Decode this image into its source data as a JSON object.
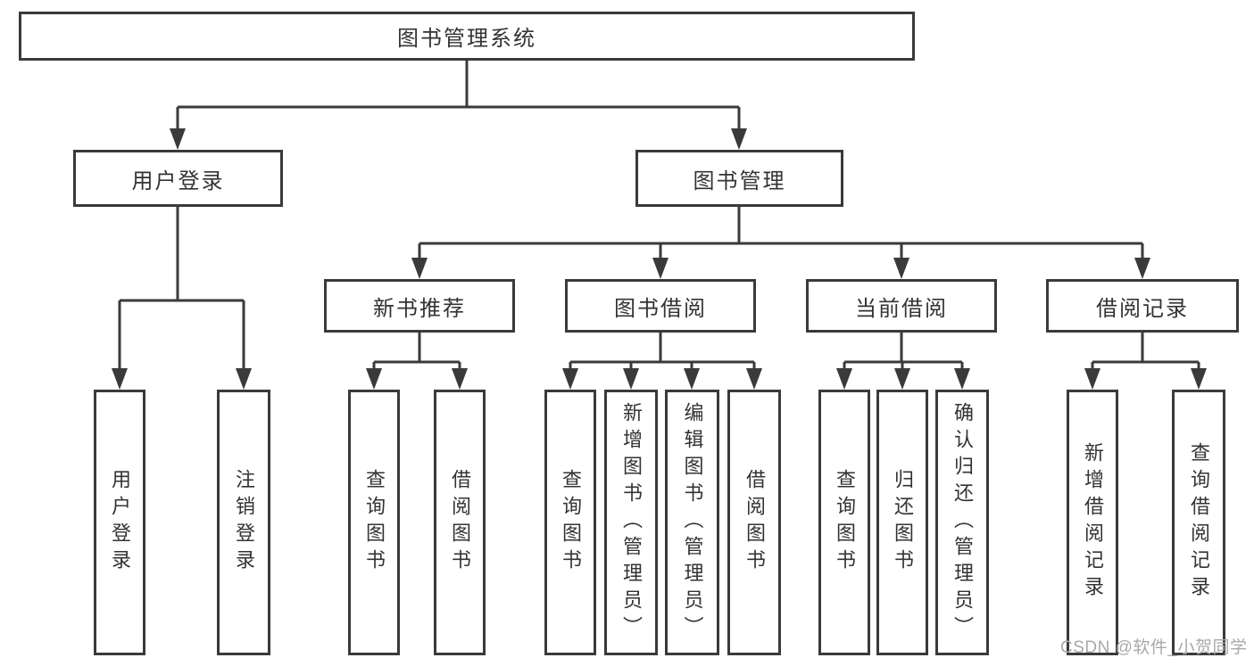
{
  "nodes": {
    "root": "图书管理系统",
    "user_login": "用户登录",
    "book_management": "图书管理",
    "new_book_recommend": "新书推荐",
    "book_borrow": "图书借阅",
    "current_borrow": "当前借阅",
    "borrow_records": "借阅记录",
    "leaf_user_login": "用户登录",
    "leaf_logout_login": "注销登录",
    "leaf_recommend_query_books": "查询图书",
    "leaf_recommend_borrow_books": "借阅图书",
    "leaf_borrow_query_books": "查询图书",
    "leaf_borrow_add_books": "新增图书（管理员）",
    "leaf_borrow_edit_books": "编辑图书（管理员）",
    "leaf_borrow_borrow_books": "借阅图书",
    "leaf_current_query_books": "查询图书",
    "leaf_current_return_books": "归还图书",
    "leaf_current_confirm_return": "确认归还（管理员）",
    "leaf_records_add_record": "新增借阅记录",
    "leaf_records_query_record": "查询借阅记录"
  },
  "watermark": "CSDN @软件_小贺同学",
  "colors": {
    "line": "#3a3a3a",
    "box_background": "#ffffff",
    "text": "#333333",
    "watermark": "#a9a9a9"
  }
}
